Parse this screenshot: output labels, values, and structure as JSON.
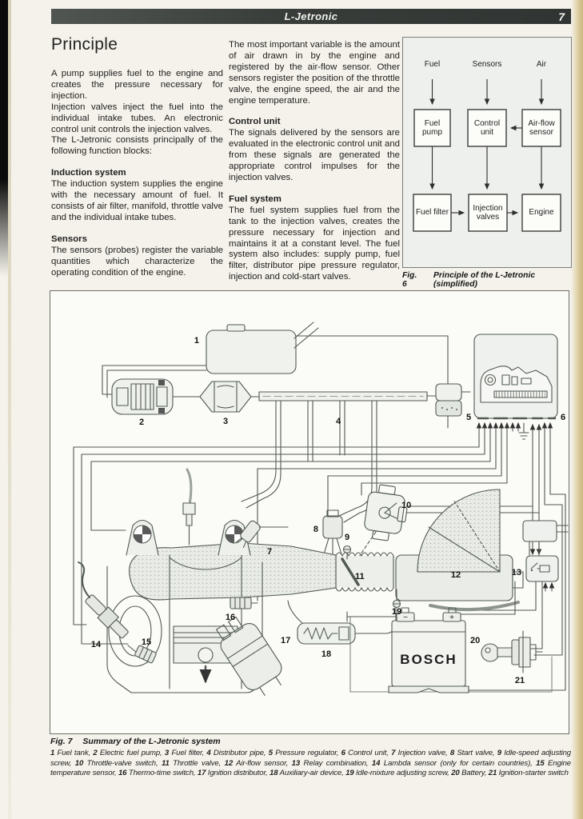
{
  "header": {
    "title": "L-Jetronic",
    "page_number": "7"
  },
  "colors": {
    "header_bar": "#383d3a",
    "page_bg": "#f4f2ea",
    "edge_tan": "#d8c997",
    "line": "#525a53",
    "text": "#1f1f1f"
  },
  "article": {
    "title": "Principle",
    "col1": {
      "p1": "A pump supplies fuel to the engine and creates the pressure necessary for injection.",
      "p2": "Injection valves inject the fuel into the individual intake tubes. An electronic control unit controls the injection valves.",
      "p3": "The L-Jetronic consists principally of the following function blocks:",
      "h_induction": "Induction system",
      "p_induction": "The induction system supplies the engine with the necessary amount of fuel. It consists of air filter, manifold, throttle valve and the individual intake tubes.",
      "h_sensors": "Sensors",
      "p_sensors": "The sensors (probes) register the variable quantities which characterize the operating condition of the engine."
    },
    "col2": {
      "p_intro": "The most important variable is the amount of air drawn in by the engine and registered by the air-flow sensor. Other sensors register the position of the throttle valve, the engine speed, the air and the engine temperature.",
      "h_control": "Control unit",
      "p_control": "The signals delivered by the sensors are evaluated in the electronic control unit and from these signals are generated the appropriate control impulses for the injection valves.",
      "h_fuel": "Fuel system",
      "p_fuel": "The fuel system supplies fuel from the tank to the injection valves, creates the pressure necessary for injection and maintains it at a constant level. The fuel system also includes: supply pump, fuel filter, distributor pipe pressure regulator, injection and cold-start valves."
    }
  },
  "fig6": {
    "caption_label": "Fig. 6",
    "caption_text": "Principle of the L-Jetronic (simplified)",
    "inputs": {
      "fuel": "Fuel",
      "sensors": "Sensors",
      "air": "Air"
    },
    "boxes": {
      "fuel_pump": "Fuel pump",
      "control_unit": "Control unit",
      "air_flow_sensor": "Air-flow sensor",
      "fuel_filter": "Fuel filter",
      "injection_valves": "Injection valves",
      "engine": "Engine"
    }
  },
  "fig7": {
    "caption_label": "Fig. 7",
    "caption_text": "Summary of the L-Jetronic system",
    "battery_brand": "BOSCH",
    "battery_minus": "−",
    "battery_plus": "+",
    "numbers": {
      "n1": "1",
      "n2": "2",
      "n3": "3",
      "n4": "4",
      "n5": "5",
      "n6": "6",
      "n7": "7",
      "n8": "8",
      "n9": "9",
      "n10": "10",
      "n11": "11",
      "n12": "12",
      "n13": "13",
      "n14": "14",
      "n15": "15",
      "n16": "16",
      "n17": "17",
      "n18": "18",
      "n19": "19",
      "n20": "20",
      "n21": "21"
    },
    "legend": [
      {
        "n": "1",
        "label": " Fuel tank, "
      },
      {
        "n": "2",
        "label": " Electric fuel pump, "
      },
      {
        "n": "3",
        "label": " Fuel filter, "
      },
      {
        "n": "4",
        "label": " Distributor pipe, "
      },
      {
        "n": "5",
        "label": " Pressure regulator, "
      },
      {
        "n": "6",
        "label": " Control unit, "
      },
      {
        "n": "7",
        "label": " Injection valve, "
      },
      {
        "n": "8",
        "label": " Start valve, "
      },
      {
        "n": "9",
        "label": " Idle-speed adjusting screw, "
      },
      {
        "n": "10",
        "label": " Throttle-valve switch, "
      },
      {
        "n": "11",
        "label": " Throttle valve, "
      },
      {
        "n": "12",
        "label": " Air-flow sensor, "
      },
      {
        "n": "13",
        "label": " Relay combination, "
      },
      {
        "n": "14",
        "label": " Lambda sensor (only for certain countries), "
      },
      {
        "n": "15",
        "label": " Engine temperature sensor, "
      },
      {
        "n": "16",
        "label": " Thermo-time switch, "
      },
      {
        "n": "17",
        "label": " Ignition distributor, "
      },
      {
        "n": "18",
        "label": " Auxiliary-air device, "
      },
      {
        "n": "19",
        "label": " Idle-mixture adjusting screw, "
      },
      {
        "n": "20",
        "label": " Battery, "
      },
      {
        "n": "21",
        "label": " Ignition-starter switch"
      }
    ]
  }
}
